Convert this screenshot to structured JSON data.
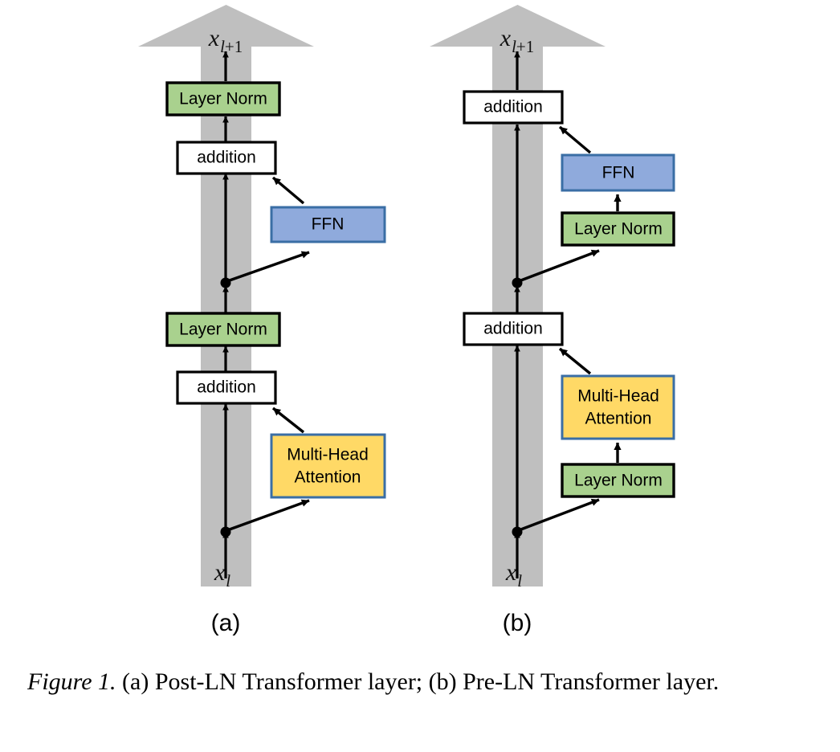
{
  "figure": {
    "caption_prefix": "Figure 1.",
    "caption_text": " (a) Post-LN Transformer layer; (b) Pre-LN Transformer layer.",
    "sublabel_a": "(a)",
    "sublabel_b": "(b)"
  },
  "colors": {
    "layer_norm_fill": "#A9D18E",
    "layer_norm_stroke": "#000000",
    "ffn_fill": "#8FAADC",
    "ffn_stroke": "#3A6EA5",
    "attention_fill": "#FFD966",
    "attention_stroke": "#3A6EA5",
    "addition_fill": "#FFFFFF",
    "addition_stroke": "#000000",
    "residual_band": "#BFBFBF",
    "arrow": "#000000",
    "background": "#FFFFFF"
  },
  "panels": [
    {
      "id": "post-ln",
      "sublabel": "(a)",
      "input_label": "x",
      "input_sub": "l",
      "output_label": "x",
      "output_sub": "l+1",
      "blocks": [
        {
          "name": "layer-norm-top",
          "label": "Layer Norm",
          "type": "layer-norm"
        },
        {
          "name": "addition-top",
          "label": "addition",
          "type": "addition"
        },
        {
          "name": "ffn",
          "label": "FFN",
          "type": "ffn"
        },
        {
          "name": "layer-norm-bottom",
          "label": "Layer Norm",
          "type": "layer-norm"
        },
        {
          "name": "addition-bottom",
          "label": "addition",
          "type": "addition"
        },
        {
          "name": "multi-head-attention",
          "label_line1": "Multi-Head",
          "label_line2": "Attention",
          "type": "attention"
        }
      ]
    },
    {
      "id": "pre-ln",
      "sublabel": "(b)",
      "input_label": "x",
      "input_sub": "l",
      "output_label": "x",
      "output_sub": "l+1",
      "blocks": [
        {
          "name": "addition-top",
          "label": "addition",
          "type": "addition"
        },
        {
          "name": "ffn",
          "label": "FFN",
          "type": "ffn"
        },
        {
          "name": "layer-norm-ffn",
          "label": "Layer Norm",
          "type": "layer-norm"
        },
        {
          "name": "addition-bottom",
          "label": "addition",
          "type": "addition"
        },
        {
          "name": "multi-head-attention",
          "label_line1": "Multi-Head",
          "label_line2": "Attention",
          "type": "attention"
        },
        {
          "name": "layer-norm-attention",
          "label": "Layer Norm",
          "type": "layer-norm"
        }
      ]
    }
  ],
  "labels": {
    "layer_norm": "Layer Norm",
    "addition": "addition",
    "ffn": "FFN",
    "mha_line1": "Multi-Head",
    "mha_line2": "Attention",
    "x_base": "x",
    "x_sub_l": "l",
    "x_sub_l1": "l+1"
  }
}
